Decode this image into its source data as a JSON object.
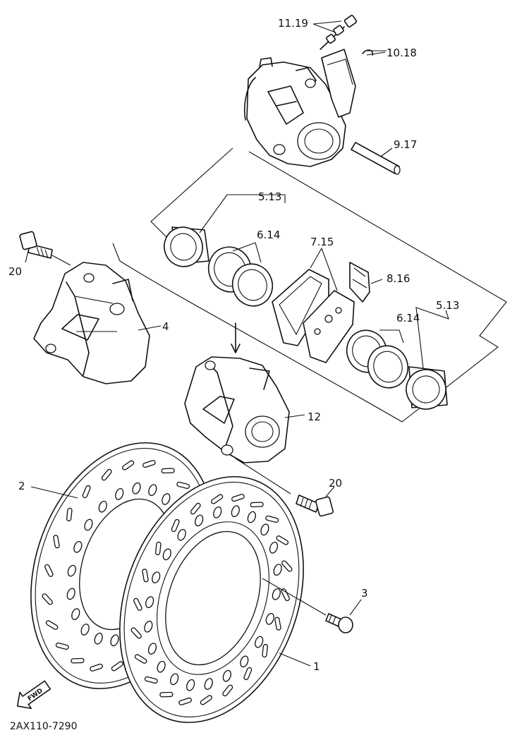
{
  "labels": {
    "p11_19": "11.19",
    "p10_18": "10.18",
    "p9_17": "9.17",
    "p5_13_top": "5.13",
    "p6_14_top": "6.14",
    "p7_15": "7.15",
    "p8_16": "8.16",
    "p5_13_right": "5.13",
    "p6_14_right": "6.14",
    "p20_left": "20",
    "p4": "4",
    "p12": "12",
    "p2": "2",
    "p20_right": "20",
    "p3": "3",
    "p1": "1"
  },
  "forward_arrow": "FWD",
  "diagram_code": "2AX110-7290"
}
